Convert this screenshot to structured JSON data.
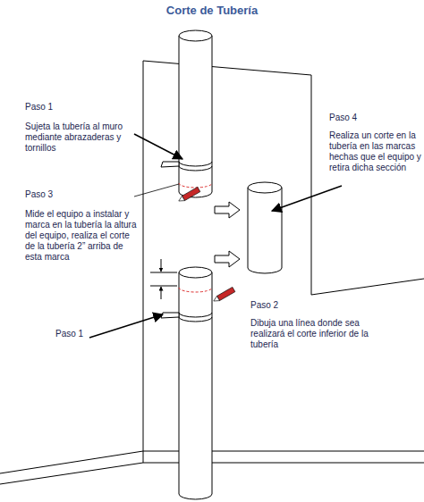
{
  "diagram": {
    "title": "Corte de Tubería",
    "labels": [
      "Paso 1",
      "Sujeta la tubería al muro mediante abrazaderas y tornillos",
      "Paso 3",
      "Mide el equipo a instalar y marca en la tubería la altura del equipo, realiza el corte de la tubería 2” arriba de esta marca",
      "Paso 4",
      "Realiza un corte en la tubería en las marcas hechas que el equipo y retira dicha sección",
      "Paso 1",
      "Paso 2",
      "Dibuja una línea donde sea realizará el corte inferior de la tubería"
    ]
  }
}
